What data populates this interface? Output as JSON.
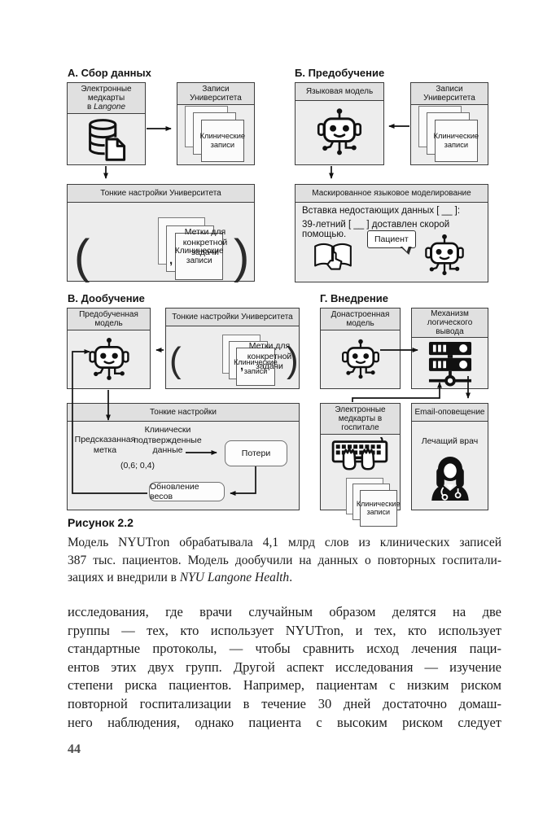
{
  "colors": {
    "box_fill": "#ededed",
    "box_header": "#e0e0e0",
    "line": "#111111"
  },
  "strings": {
    "clinical_notes": "Клинические записи"
  },
  "figure": {
    "panelA": {
      "title": "А. Сбор данных",
      "ehr_box": {
        "header_line1": "Электронные медкарты",
        "header_line2_pre": "в ",
        "header_line2_italic": "Langone"
      },
      "records_box": {
        "header": "Записи Университета"
      },
      "finetune_box": {
        "header": "Тонкие настройки Университета",
        "paren_open": "(",
        "comma": ",",
        "labels_text": "Метки для конкретной задачи",
        "paren_close": ")"
      }
    },
    "panelB": {
      "title": "Б. Предобучение",
      "lm_box": {
        "header": "Языковая модель"
      },
      "records_box": {
        "header": "Записи Университета"
      },
      "mlm_box": {
        "header": "Маскированное языковое моделирование",
        "line1": "Вставка недостающих данных [ __ ]:",
        "line2": "39-летний [ __ ] доставлен скорой помощью.",
        "bubble": "Пациент"
      }
    },
    "panelC": {
      "title": "В. Дообучение",
      "pretrained_box": {
        "header": "Предобученная модель"
      },
      "finetune_box": {
        "header": "Тонкие настройки Университета",
        "paren_open": "(",
        "comma": ",",
        "labels_text": "Метки для конкретной задачи",
        "paren_close": ")"
      },
      "training_box": {
        "header": "Тонкие настройки",
        "predicted_label": "Предсказанная метка",
        "values": "(0,6; 0,4)",
        "confirmed_data": "Клинически подтвержденные данные",
        "loss": "Потери",
        "weights": "Обновление весов"
      }
    },
    "panelD": {
      "title": "Г. Внедрение",
      "tuned_box": {
        "header": "Донастроенная модель"
      },
      "inference_box": {
        "header": "Механизм логического вывода"
      },
      "ehr_box": {
        "header": "Электронные медкарты в госпитале"
      },
      "email_box": {
        "header": "Email-оповещение",
        "doctor_label": "Лечащий врач"
      }
    }
  },
  "caption": {
    "label": "Рисунок 2.2",
    "line1": "Модель NYUTron обрабатывала 4,1 млрд слов из клинических записей",
    "line2": "387 тыс. пациентов. Модель дообучили на данных о повторных госпитали-",
    "line3_pre": "зациях и внедрили в ",
    "line3_italic": "NYU Langone Health",
    "line3_post": "."
  },
  "body": {
    "lines": [
      "исследования, где врачи случайным образом делятся на две",
      "группы — тех, кто использует NYUTron, и тех, кто использует",
      "стандартные протоколы, — чтобы сравнить исход лечения паци-",
      "ентов этих двух групп. Другой аспект исследования — изучение",
      "степени риска пациентов. Например, пациентам с низким риском",
      "повторной госпитализации в течение 30 дней достаточно домаш-",
      "него наблюдения, однако пациента с высоким риском следует"
    ]
  },
  "page": {
    "number": "44"
  }
}
